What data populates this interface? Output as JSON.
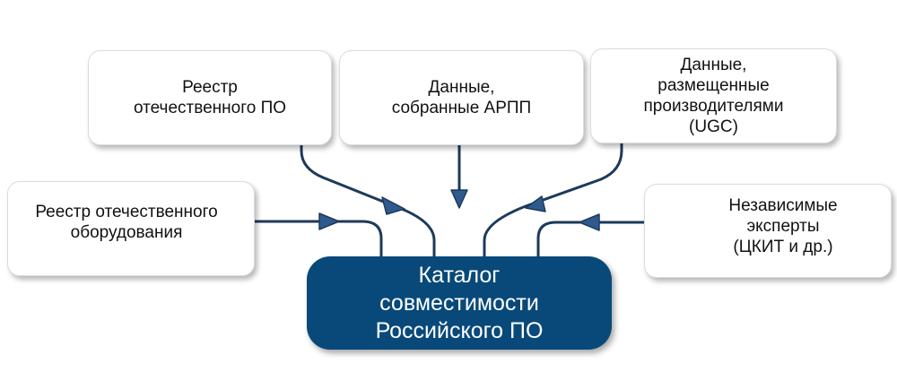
{
  "diagram": {
    "center": {
      "label": "Каталог\nсовместимости\nРоссийского ПО",
      "color": "#08497a"
    },
    "sources": [
      {
        "id": "registry-software",
        "label": "Реестр\nотечественного ПО"
      },
      {
        "id": "arpp-data",
        "label": "Данные,\nсобранные АРПП"
      },
      {
        "id": "ugc-data",
        "label": "Данные,\nразмещенные\nпроизводителями\n(UGC)"
      },
      {
        "id": "registry-hardware",
        "label": "Реестр отечественного\nоборудования"
      },
      {
        "id": "independent-experts",
        "label": "Независимые\nэксперты\n(ЦКИТ и др.)"
      }
    ],
    "connector_color": "#1d3a5c",
    "arrowhead_color": "#2e5a8e"
  }
}
